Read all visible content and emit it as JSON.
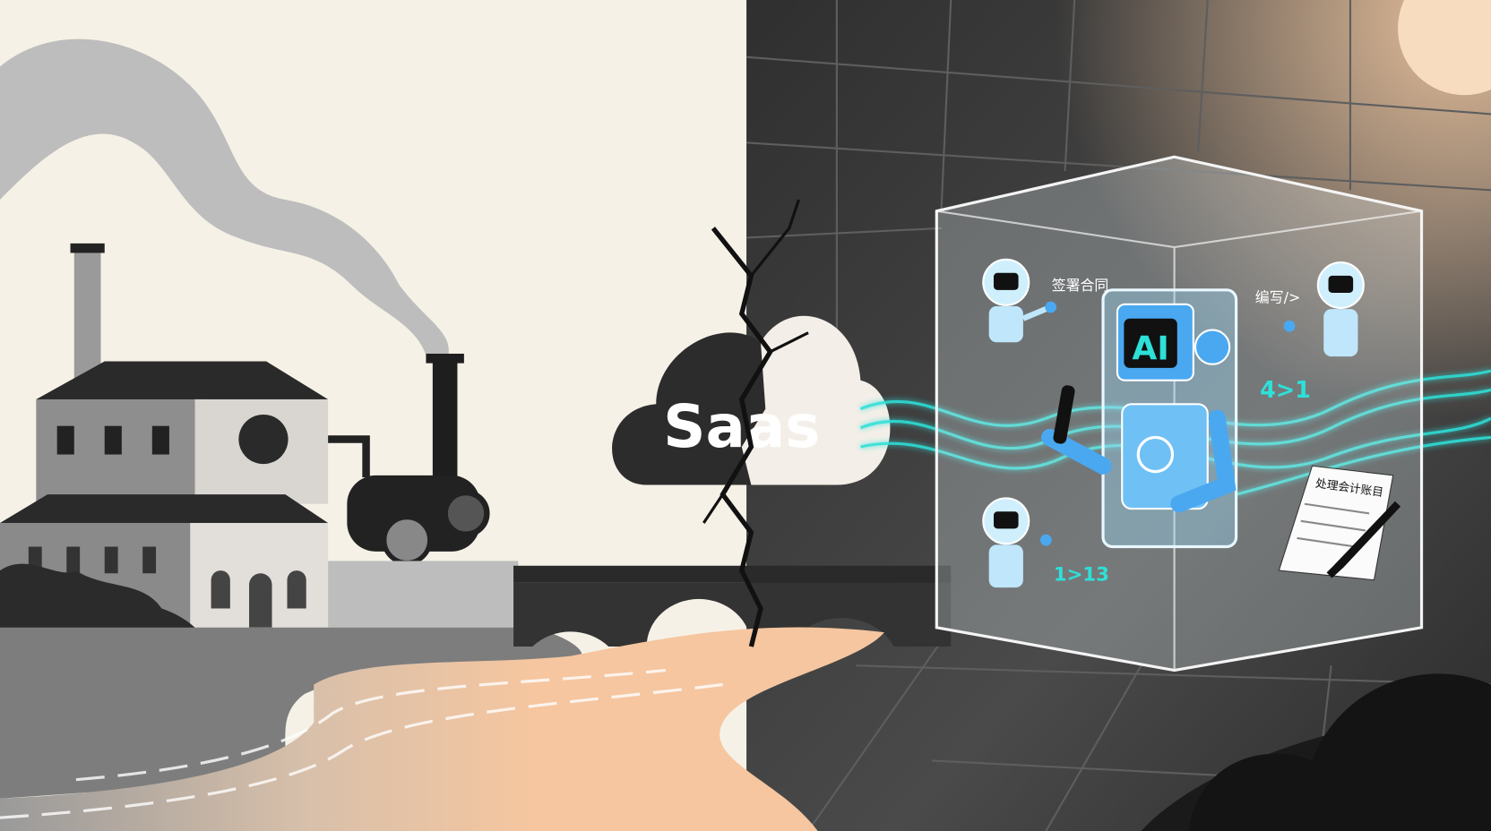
{
  "cloud": {
    "label": "Saas"
  },
  "ai_robot": {
    "screen_label": "AI"
  },
  "tasks": {
    "sign_contract": "签署合同",
    "write_code": "编写/>",
    "accounting": "处理会计账目"
  },
  "codes": {
    "code_a": "4>1",
    "code_b": "1>13"
  },
  "colors": {
    "cream": "#f6f1e6",
    "dark": "#3b3b3b",
    "river": "#f5c6a0",
    "cyan": "#2de0d8",
    "robot_blue": "#4aa8f0"
  }
}
